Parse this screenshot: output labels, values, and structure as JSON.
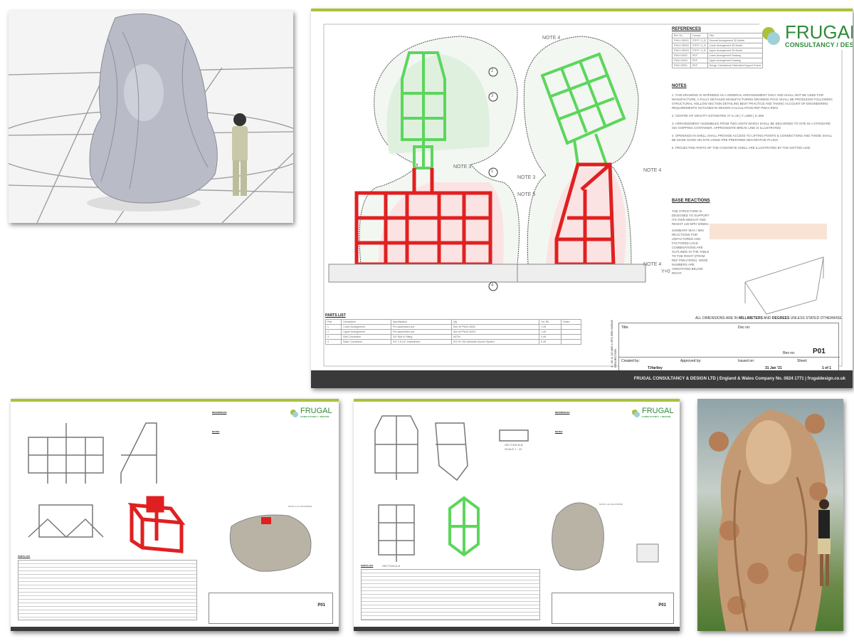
{
  "main_sheet": {
    "logo": {
      "word": "FRUGAL",
      "sub": "CONSULTANCY / DESIGN"
    },
    "labels": {
      "note4a": "NOTE 4",
      "note4b": "NOTE 4",
      "note4c": "NOTE 4",
      "note3a": "NOTE 3",
      "note3b": "NOTE 3",
      "note5": "NOTE 5",
      "y0": "Y=0",
      "b1": "1",
      "b2": "2",
      "b3": "3",
      "b4": "4"
    },
    "references": {
      "heading": "REFERENCES",
      "columns": [
        "Ref. No.",
        "Format",
        "Title"
      ],
      "rows": [
        [
          "PWLV-3D001",
          "STEP / X_B",
          "General Arrangement 3D Model"
        ],
        [
          "PWLV-3D002",
          "STEP / X_B",
          "Lower Arrangement 3D Model"
        ],
        [
          "PWLV-3D003",
          "STEP / X_B",
          "Upper Arrangement 3D Model"
        ],
        [
          "PWLV-D002",
          "PDF",
          "Lower Arrangement Drawing"
        ],
        [
          "PWLV-D003",
          "PDF",
          "Upper Arrangement Drawing"
        ],
        [
          "PWLV-R001",
          "PDF",
          "Design Calculations Fabricated Support Frame"
        ]
      ]
    },
    "notes": {
      "heading": "NOTES",
      "items": [
        "1. THIS DRAWING IS INTENDED AS A GENERAL ARRANGEMENT ONLY AND SHALL NOT BE USED FOR MANUFACTURE. A FULLY DETAILED MANUFACTURING DRAWING PACK SHALL BE PRODUCED FOLLOWING STRUCTURAL HOLLOW SECTION DETAILING BEST PRACTICE AND TAKING ACCOUNT OF ENGINEERING REQUIREMENTS OUTLINED IN DESIGN CALCULATION REF PWLV-R001",
        "2. CENTRE OF GRAVITY ESTIMATED AT   X=26 | Y=1060 | Z=396",
        "3. ARRANGEMENT ASSEMBLES FROM TWO UNITS WHICH SHALL BE DELIVERED TO SITE IN A STANDARD ISO SHIPPING CONTAINER. APPROXIMATE BREAK LINE IS ILLUSTRATED",
        "4. OPENINGS IN SHELL SHALL PROVIDE ACCESS TO LIFTING POINTS & CONNECTIONS AND THESE SHALL BE MADE GOOD ON SITE USING PRE PREPARED DECORATIVE PLUGS",
        "5. PROJECTING PARTS OF THE CONCRETE SHELL ARE ILLUSTRATED BY THE DOTTED LINE"
      ]
    },
    "base_reactions": {
      "heading": "BASE REACTIONS",
      "p1": "THE STRUCTURE IS DESIGNED TO SUPPORT ITS OWN WEIGHT AND RESIST 120 MPH WINDS.",
      "p2": "SUMMARY MAX / MIN REACTIONS FOR UNFACTORED AND FACTORED LOAD COMBINATIONS ARE OUTLINED IN THE TABLE TO THE RIGHT (FROM REF PWLV-R001). NODE NUMBERS ARE ANNOTATED BELOW RIGHT."
    },
    "parts_list": {
      "heading": "PARTS LIST",
      "columns": [
        "Part",
        "Description",
        "Specification",
        "Qty",
        "Tot. Wt",
        "Notes"
      ],
      "rows": [
        [
          "1",
          "Lower Arrangement",
          "Pre-assembled unit",
          "See ref PWLV-D002",
          "1 off",
          ""
        ],
        [
          "2",
          "Upper Arrangement",
          "Pre-assembled unit",
          "See ref PWLV-D003",
          "1 off",
          ""
        ],
        [
          "3",
          "Bolt Connection",
          "3/4\" Bolt in Fitting",
          "ASTM",
          "4 off",
          ""
        ],
        [
          "4",
          "Base Connection",
          "3/4\" x 8 1/4\" embedment",
          "HIT-HY 200 Adhesive Anchor System",
          "6 off",
          ""
        ]
      ]
    },
    "dims_note_prefix": "ALL DIMENSIONS ARE IN ",
    "dims_mm": "MILLIMETERS",
    "dims_and": " AND ",
    "dims_deg": "DEGREES",
    "dims_suffix": " UNLESS STATED OTHERWISE",
    "projection": "1 : 20 @ A3 (420 x 297) 3RD ANGLE PROJECTION",
    "title_block": {
      "title_label": "Title:",
      "doc_label": "Doc no:",
      "rev_label": "Rev no:",
      "rev": "P01",
      "created_label": "Created by:",
      "created": "T.Hartley",
      "approved_label": "Approved by:",
      "issued_label": "Issued on:",
      "issued": "31 Jan '21",
      "sheet_label": "Sheet:",
      "sheet": "1 of 1"
    },
    "footer": "FRUGAL CONSULTANCY & DESIGN LTD  |  England & Wales Company No. 0824 1771  |  frugaldesign.co.uk"
  },
  "lower_sheet": {
    "logo": {
      "word": "FRUGAL",
      "sub": "CONSULTANCY / DESIGN"
    },
    "headings": {
      "references": "REFERENCES",
      "notes": "NOTES",
      "parts": "PARTS LIST"
    },
    "note_loc": "NOTE 4 (2 LOCATIONS)",
    "rev": "P01"
  },
  "upper_sheet": {
    "logo": {
      "word": "FRUGAL",
      "sub": "CONSULTANCY / DESIGN"
    },
    "headings": {
      "references": "REFERENCES",
      "notes": "NOTES",
      "parts": "PARTS LIST"
    },
    "section_bb": "SECTION B-B",
    "scale": "SCALE 1 : 10",
    "section_aa": "SECTION A-A",
    "note_loc": "NOTE 4 (2 LOCATIONS)",
    "rev": "P01"
  },
  "colors": {
    "accent": "#a8c23a",
    "upper_frame": "#5cd65c",
    "lower_frame": "#e02020",
    "footer": "#3a3a3a",
    "brand": "#2f8a3a"
  }
}
